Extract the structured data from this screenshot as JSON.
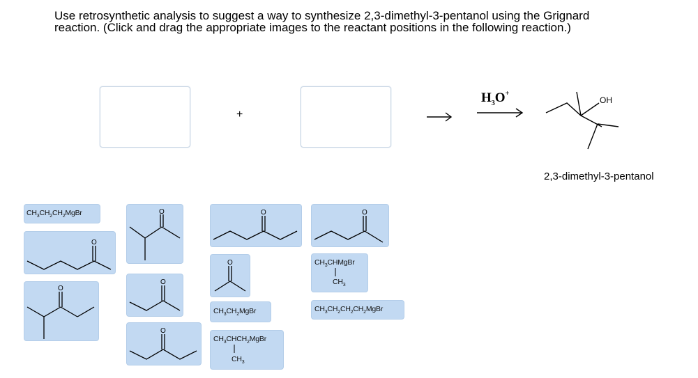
{
  "question": {
    "line1": "Use retrosynthetic analysis to suggest a way to synthesize 2,3-dimethyl-3-pentanol using the Grignard",
    "line2": "reaction. (Click and drag the appropriate images to the reactant positions in the following reaction.)"
  },
  "reaction": {
    "plus": "+",
    "reagent": "H3O+",
    "product_oh_label": "OH",
    "product_name": "2,3-dimethyl-3-pentanol"
  },
  "tiles": {
    "propylmgbr": "CH3CH2CH2MgBr",
    "isopropylmgbr_top": "CH3CHMgBr",
    "isopropylmgbr_bottom": "CH3",
    "ethylmgbr": "CH3CH2MgBr",
    "butylmgbr": "CH3CH2CH2CH2MgBr",
    "isobutylmgbr_top": "CH3CHCH2MgBr",
    "isobutylmgbr_bottom": "CH3",
    "carbonyl_o": "O"
  },
  "colors": {
    "tile_bg": "#c2d9f2",
    "drop_border": "#c9d6e4"
  }
}
